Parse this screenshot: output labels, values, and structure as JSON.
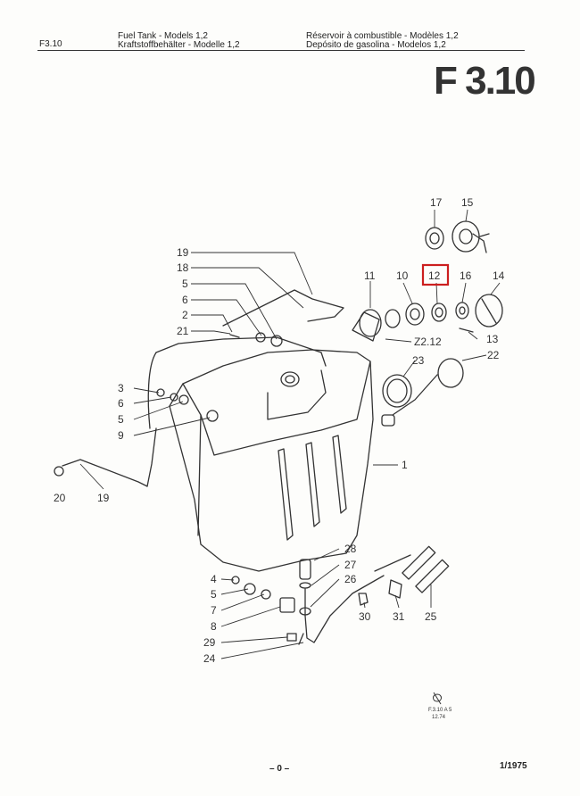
{
  "header": {
    "code": "F3.10",
    "en": "Fuel Tank - Models 1,2",
    "de": "Kraftstoffbehälter - Modelle 1,2",
    "fr": "Réservoir à combustible - Modèles 1,2",
    "es": "Depósito de gasolina - Modelos 1,2"
  },
  "big_code": "F 3.10",
  "callouts": [
    "17",
    "15",
    "19",
    "18",
    "5",
    "6",
    "2",
    "21",
    "11",
    "10",
    "12",
    "16",
    "14",
    "13",
    "Z2.12",
    "23",
    "22",
    "3",
    "6",
    "5",
    "9",
    "1",
    "20",
    "19",
    "28",
    "27",
    "4",
    "26",
    "5",
    "7",
    "8",
    "30",
    "31",
    "25",
    "29",
    "24"
  ],
  "highlighted_callout": "12",
  "drawing_ref": {
    "line1": "F.3.10 A 5",
    "line2": "12.74"
  },
  "footer": {
    "page": "– 0 –",
    "date": "1/1975"
  },
  "colors": {
    "highlight": "#cc1f1f",
    "ink": "#333333"
  }
}
